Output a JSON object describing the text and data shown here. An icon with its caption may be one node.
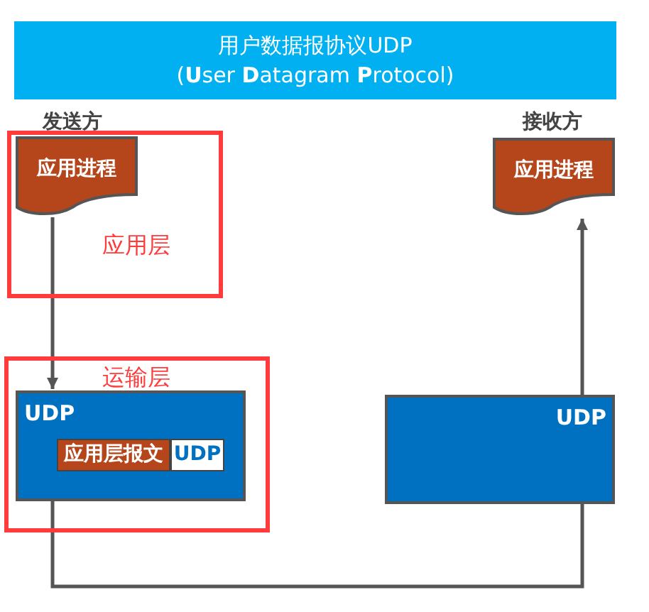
{
  "diagram": {
    "nodes": [
      {
        "text": [
          "用户数据报协议UDP",
          "(**U**ser **D**atagram **P**rotocol)"
        ]
      },
      {
        "text": [
          "应用层"
        ]
      },
      {
        "text": [
          "应用进程"
        ],
        "beside": [
          "发送方"
        ],
        "in": 1
      },
      {
        "text": [
          "运输层"
        ]
      },
      {
        "text": [
          "UDP"
        ],
        "in": 3
      },
      {
        "text": [
          "应用层报文"
        ],
        "in": 4
      },
      {
        "text": [
          "UDP"
        ],
        "in": 4
      },
      {
        "text": [
          "UDP"
        ]
      },
      {
        "text": [
          "应用进程"
        ],
        "beside": [
          "接收方"
        ]
      }
    ],
    "edges": [
      {
        "from": 2,
        "to": 4,
        "arrow": "to"
      },
      {
        "from": 4,
        "to": 7,
        "arrow": "none"
      },
      {
        "from": 7,
        "to": 8,
        "arrow": "to"
      }
    ]
  }
}
